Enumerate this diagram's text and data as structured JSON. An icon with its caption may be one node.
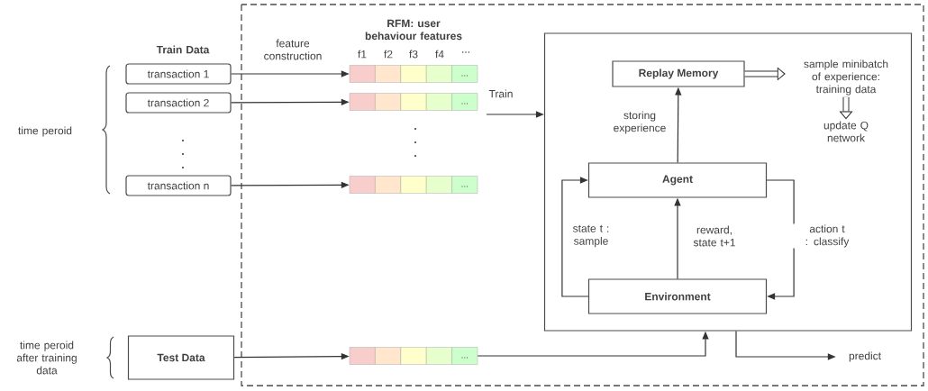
{
  "diagram": {
    "nodes": [
      {
        "text": [
          "transaction 1"
        ]
      },
      {
        "text": [
          "transaction 2"
        ]
      },
      {
        "text": [
          "transaction n"
        ]
      },
      {
        "text": [
          "Test Data"
        ]
      },
      {
        "text": [
          "..."
        ]
      },
      {
        "text": [
          "..."
        ]
      },
      {
        "text": [
          "..."
        ]
      },
      {
        "text": [
          "..."
        ]
      },
      {
        "text": [],
        "shape": "box"
      },
      {
        "text": [
          "Replay Memory"
        ],
        "in": 8
      },
      {
        "text": [
          "Agent"
        ],
        "in": 8
      },
      {
        "text": [
          "Environment"
        ],
        "in": 8
      },
      {
        "text": [
          "sample minibatch of experience: training data"
        ],
        "in": 8
      },
      {
        "text": [
          "update Q network"
        ],
        "in": 8
      },
      {
        "text": [
          "predict"
        ]
      }
    ],
    "edges": [
      {
        "from": 0,
        "to": 4,
        "arrow": "to",
        "label": "feature construction"
      },
      {
        "from": 1,
        "to": 5,
        "arrow": "to"
      },
      {
        "from": 2,
        "to": 6,
        "arrow": "to"
      },
      {
        "from": 3,
        "to": 7,
        "arrow": "to"
      },
      {
        "from": 5,
        "to": 8,
        "arrow": "to",
        "label": "Train"
      },
      {
        "from": 7,
        "to": 8,
        "arrow": "to"
      },
      {
        "from": 8,
        "to": 14,
        "arrow": "to"
      },
      {
        "from": 10,
        "to": 9,
        "arrow": "to",
        "label": "storing experience"
      },
      {
        "from": 11,
        "to": 10,
        "arrow": "to",
        "label": "state t : sample"
      },
      {
        "from": 11,
        "to": 10,
        "arrow": "to",
        "label": "reward, state t+1"
      },
      {
        "from": 10,
        "to": 11,
        "arrow": "to",
        "label": "action t : classify"
      },
      {
        "from": 9,
        "to": 12,
        "arrow": "to",
        "style": "thick"
      },
      {
        "from": 12,
        "to": 13,
        "arrow": "to",
        "style": "thick"
      }
    ],
    "labels": [
      "Train Data",
      "RFM: user behaviour features",
      "f1",
      "f2",
      "f3",
      "f4",
      "...",
      "time peroid",
      "time peroid after training data"
    ]
  }
}
